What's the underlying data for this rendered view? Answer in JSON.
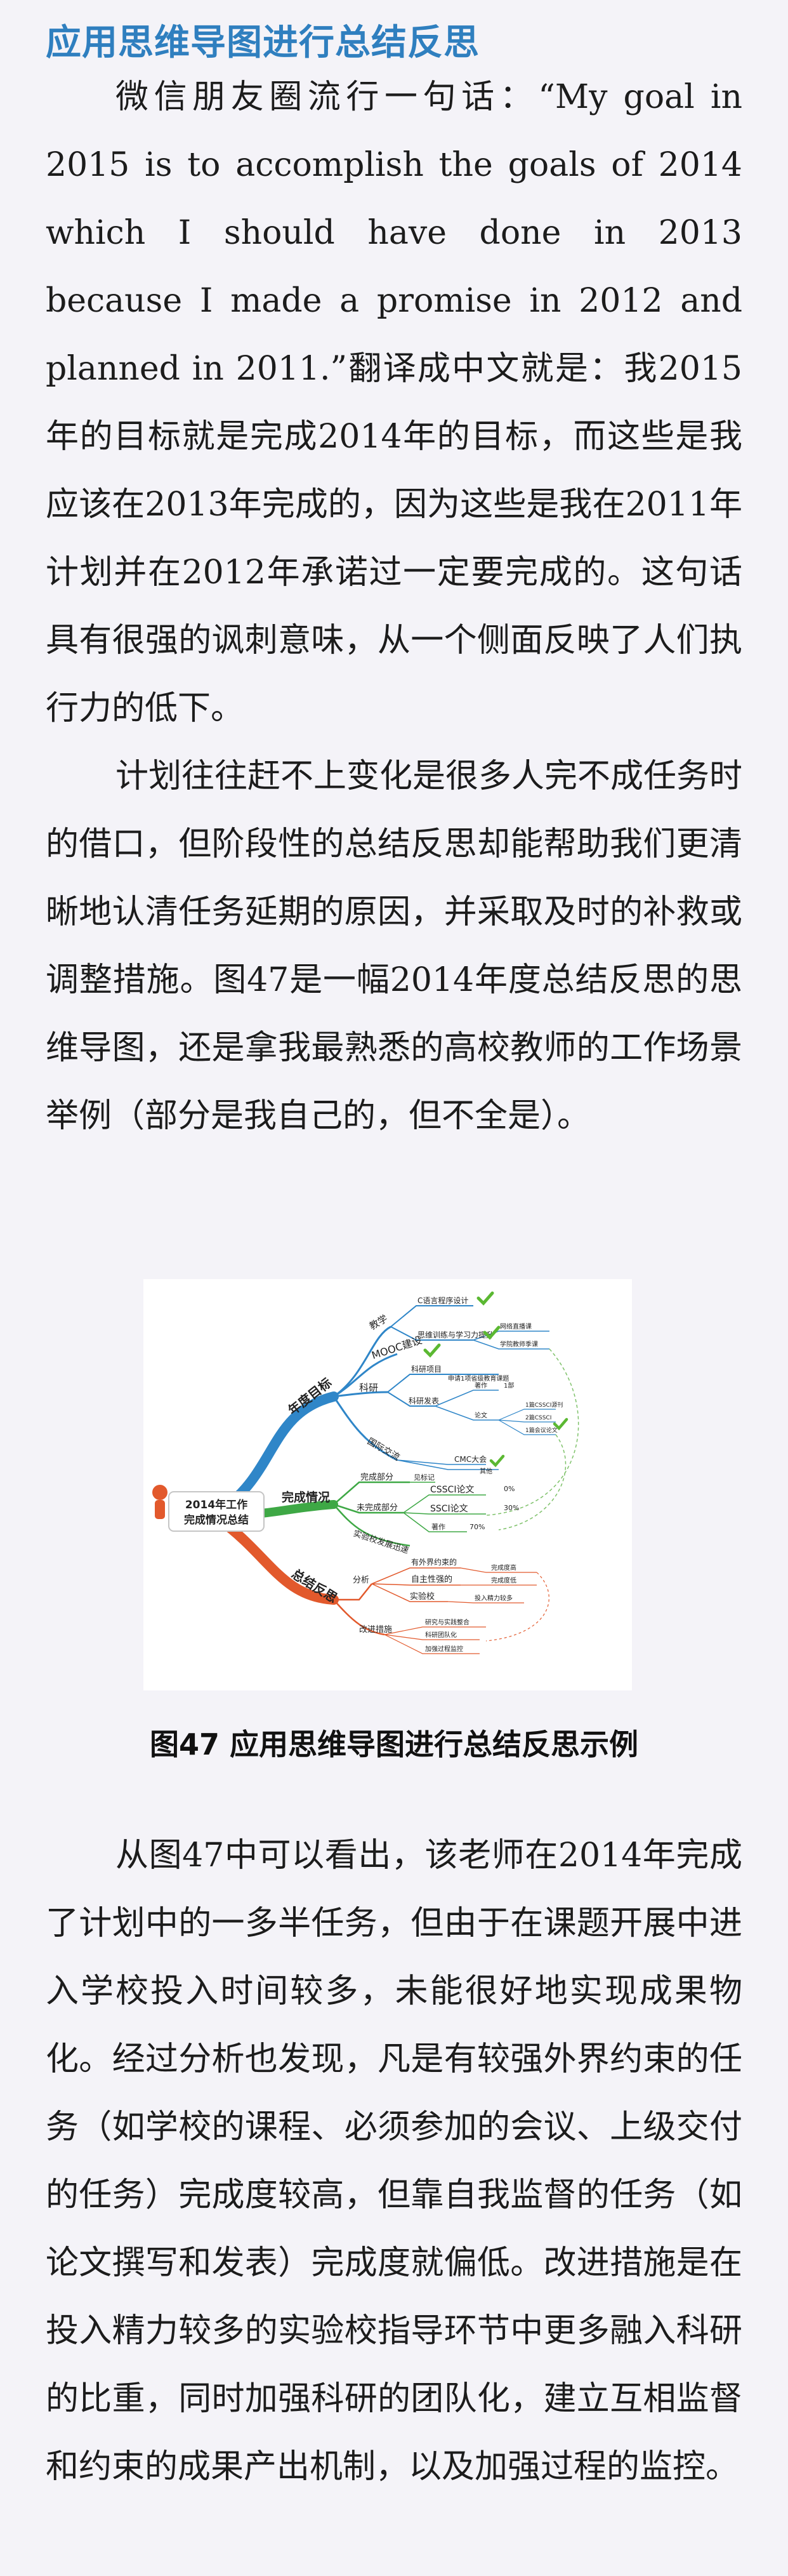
{
  "heading": "应用思维导图进行总结反思",
  "paragraphs": {
    "p1": "微信朋友圈流行一句话：“My goal in 2015 is to accomplish the goals of 2014 which I should have done in 2013 because I made a promise in 2012 and planned in 2011.”翻译成中文就是：我2015年的目标就是完成2014年的目标，而这些是我应该在2013年完成的，因为这些是我在2011年计划并在2012年承诺过一定要完成的。这句话具有很强的讽刺意味，从一个侧面反映了人们执行力的低下。",
    "p2": "计划往往赶不上变化是很多人完不成任务时的借口，但阶段性的总结反思却能帮助我们更清晰地认清任务延期的原因，并采取及时的补救或调整措施。图47是一幅2014年度总结反思的思维导图，还是拿我最熟悉的高校教师的工作场景举例（部分是我自己的，但不全是）。",
    "p3": "从图47中可以看出，该老师在2014年完成了计划中的一多半任务，但由于在课题开展中进入学校投入时间较多，未能很好地实现成果物化。经过分析也发现，凡是有较强外界约束的任务（如学校的课程、必须参加的会议、上级交付的任务）完成度较高，但靠自我监督的任务（如论文撰写和发表）完成度就偏低。改进措施是在投入精力较多的实验校指导环节中更多融入科研的比重，同时加强科研的团队化，建立互相监督和约束的成果产出机制，以及加强过程的监控。"
  },
  "figure_caption": "图47 应用思维导图进行总结反思示例",
  "mindmap": {
    "center": {
      "line1": "2014年工作",
      "line2": "完成情况总结"
    },
    "branch_goals": {
      "label": "年度目标",
      "teaching": "教学",
      "teaching_items": [
        "C语言程序设计",
        "思维训练与学习力提升"
      ],
      "learning_items": [
        "网络直播课",
        "学院教师季课"
      ],
      "mooc": "MOOC建设",
      "research": "科研",
      "research_project": "科研项目",
      "project_item": "申请1项省级教育课题",
      "publish": "科研发表",
      "book": "著作",
      "book_count": "1部",
      "paper": "论文",
      "paper_items": [
        "1篇CSSCI源刊",
        "2篇CSSCI",
        "1篇会议论文"
      ],
      "intl": "国际交流",
      "cmc": "CMC大会",
      "other": "其他"
    },
    "branch_status": {
      "label": "完成情况",
      "done": "完成部分",
      "done_item": "见标记",
      "undone": "未完成部分",
      "cssci": "CSSCI论文",
      "cssci_pct": "0%",
      "ssci": "SSCI论文",
      "ssci_pct": "30%",
      "book": "著作",
      "book_pct": "70%",
      "school": "实验校发展迅速"
    },
    "branch_reflect": {
      "label": "总结反思",
      "analysis": "分析",
      "external": "有外界约束的",
      "external_result": "完成度高",
      "self": "自主性强的",
      "self_result": "完成度低",
      "lab": "实验校",
      "lab_result": "投入精力较多",
      "improve": "改进措施",
      "improve_items": [
        "研究与实践整合",
        "科研团队化",
        "加强过程监控"
      ]
    },
    "colors": {
      "goals": "#2f86c8",
      "status": "#3ea845",
      "reflect": "#e2592c",
      "check": "#5bb832"
    }
  }
}
